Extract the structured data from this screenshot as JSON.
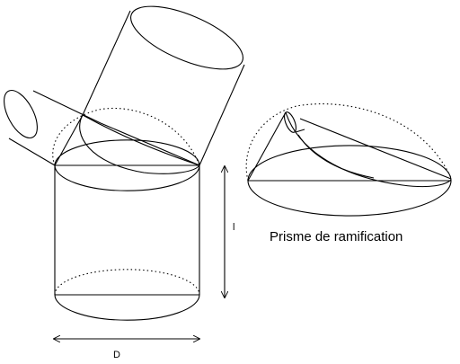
{
  "labels": {
    "height": "l",
    "diameter": "D",
    "caption": "Prisme de ramification"
  }
}
